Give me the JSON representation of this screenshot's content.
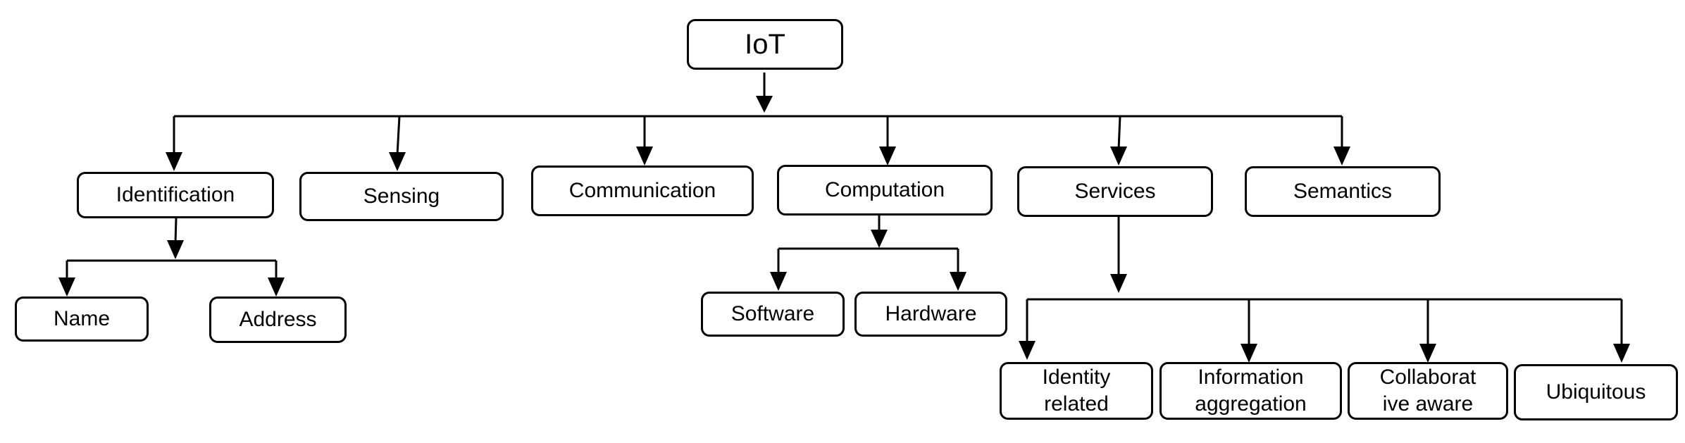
{
  "diagram": {
    "root": "IoT",
    "categories": [
      "Identification",
      "Sensing",
      "Communication",
      "Computation",
      "Services",
      "Semantics"
    ],
    "identification_children": [
      "Name",
      "Address"
    ],
    "computation_children": [
      "Software",
      "Hardware"
    ],
    "services_children": [
      "Identity\nrelated",
      "Information\naggregation",
      "Collaborat\nive aware",
      "Ubiquitous"
    ]
  },
  "colors": {
    "stroke": "#000000",
    "fill": "#ffffff",
    "text": "#000000"
  }
}
